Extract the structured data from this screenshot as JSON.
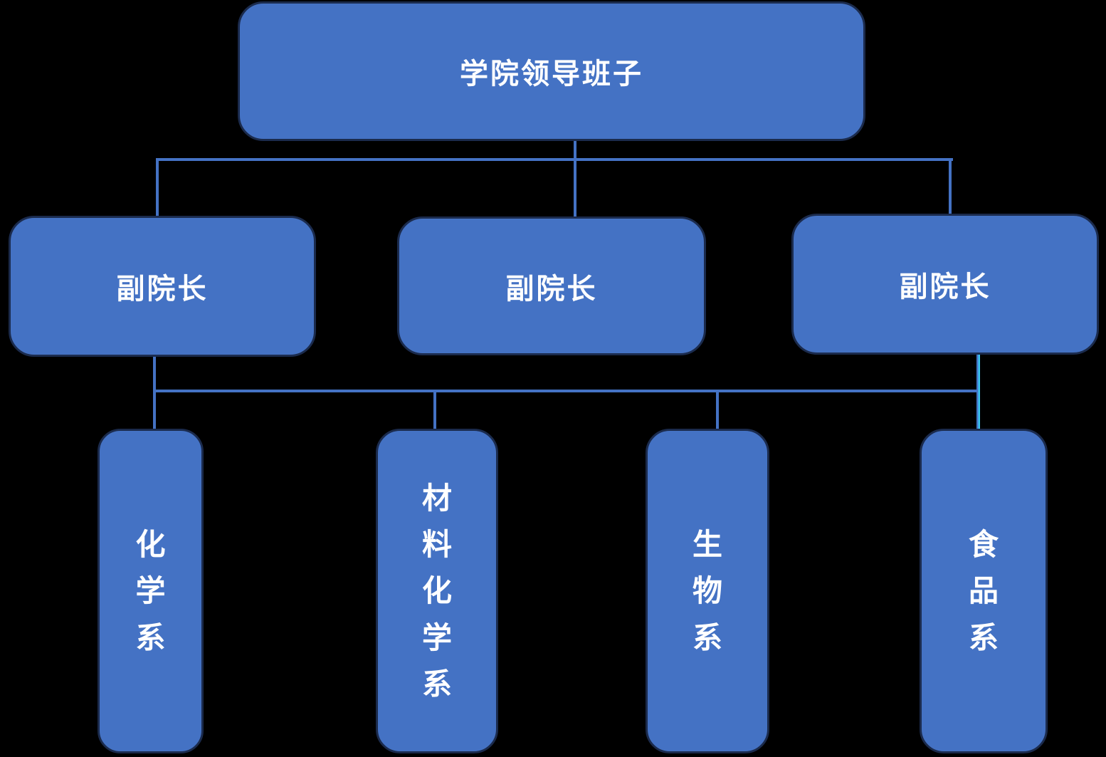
{
  "diagram": {
    "type": "org-chart",
    "background_color": "#000000",
    "node_fill_color": "#4472C4",
    "node_border_color": "#1B2B4D",
    "node_text_color": "#FFFFFF",
    "connector_color": "#4472C4",
    "connector_highlight_color": "#38C6F2"
  },
  "nodes": {
    "root": {
      "label": "学院领导班子"
    },
    "level2": [
      {
        "label": "副院长"
      },
      {
        "label": "副院长"
      },
      {
        "label": "副院长"
      }
    ],
    "level3": [
      {
        "label": "化学系"
      },
      {
        "label": "材料化学系"
      },
      {
        "label": "生物系"
      },
      {
        "label": "食品系"
      }
    ]
  },
  "edges": [
    {
      "from": "root",
      "to": "level2.0"
    },
    {
      "from": "root",
      "to": "level2.1"
    },
    {
      "from": "root",
      "to": "level2.2"
    },
    {
      "from": "level2.0",
      "to": "level3.0"
    },
    {
      "from": "level2.0",
      "to": "level3.1"
    },
    {
      "from": "level2.2",
      "to": "level3.2"
    },
    {
      "from": "level2.2",
      "to": "level3.3"
    }
  ]
}
